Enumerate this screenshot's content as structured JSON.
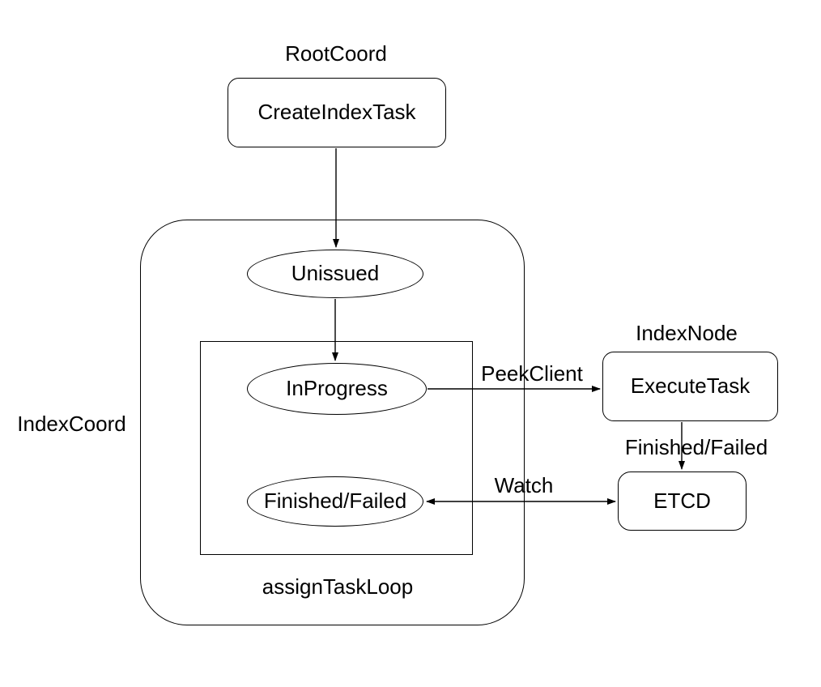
{
  "diagram": {
    "groups": {
      "root_coord_label": "RootCoord",
      "index_coord_label": "IndexCoord",
      "index_node_label": "IndexNode",
      "assign_task_loop_label": "assignTaskLoop"
    },
    "nodes": {
      "create_index_task": {
        "label": "CreateIndexTask",
        "shape": "rounded-rect"
      },
      "unissued": {
        "label": "Unissued",
        "shape": "ellipse"
      },
      "in_progress": {
        "label": "InProgress",
        "shape": "ellipse"
      },
      "finished_failed": {
        "label": "Finished/Failed",
        "shape": "ellipse"
      },
      "execute_task": {
        "label": "ExecuteTask",
        "shape": "rounded-rect"
      },
      "etcd": {
        "label": "ETCD",
        "shape": "rounded-rect"
      }
    },
    "edge_labels": {
      "peek_client": "PeekClient",
      "watch": "Watch",
      "finished_failed": "Finished/Failed"
    },
    "colors": {
      "stroke": "#000000",
      "background": "#ffffff",
      "text": "#000000"
    }
  }
}
